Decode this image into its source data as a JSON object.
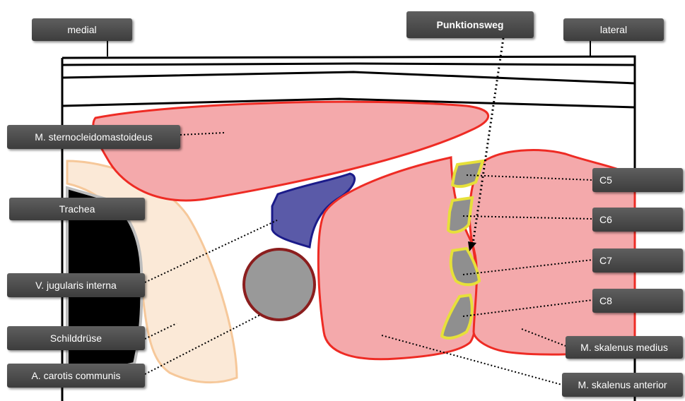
{
  "labels": {
    "medial": "medial",
    "lateral": "lateral",
    "punktionsweg": "Punktionsweg",
    "sternocleido": "M. sternocleidomastoideus",
    "trachea": "Trachea",
    "jugularis": "V. jugularis interna",
    "schilddruese": "Schilddrüse",
    "carotis": "A. carotis communis",
    "c5": "C5",
    "c6": "C6",
    "c7": "C7",
    "c8": "C8",
    "skalenus_medius": "M. skalenus medius",
    "skalenus_anterior": "M. skalenus anterior"
  },
  "colors": {
    "label_bg": "#4a4a4a",
    "muscle_fill": "#f4a9ab",
    "muscle_stroke": "#ee2b24",
    "thyroid_fill": "#fbe9d7",
    "thyroid_stroke": "#f6c89a",
    "vein_fill": "#5a5aa8",
    "vein_stroke": "#1b1b8a",
    "artery_fill": "#999999",
    "artery_stroke": "#8b1e1e",
    "vertebra_fill": "#8f8f8f",
    "vertebra_stroke": "#e6e03a"
  }
}
